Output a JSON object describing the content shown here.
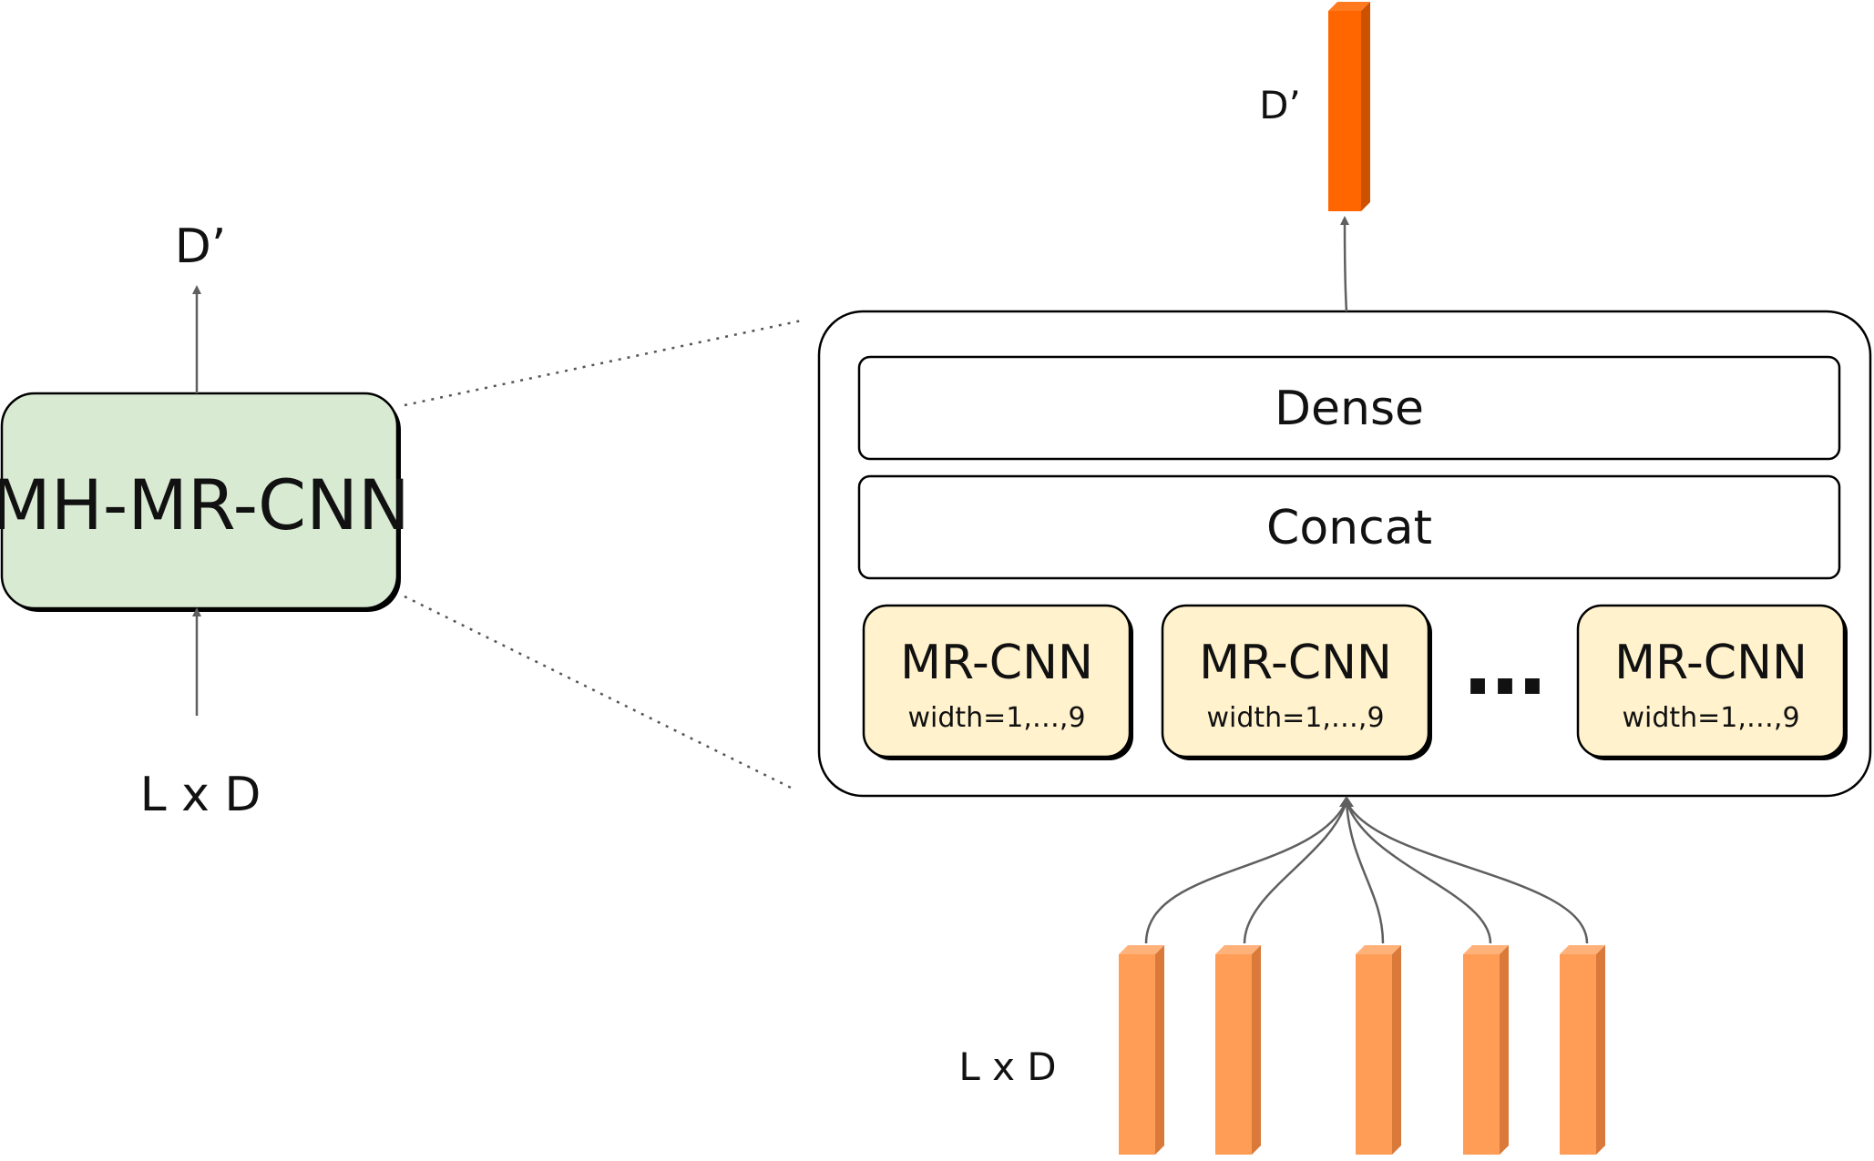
{
  "left": {
    "block_label": "MH-MR-CNN",
    "output_label": "D’",
    "input_label": "L x D"
  },
  "detail": {
    "dense_label": "Dense",
    "concat_label": "Concat",
    "ellipsis": "…",
    "heads": [
      {
        "name": "MR-CNN",
        "width": "width=1,…,9"
      },
      {
        "name": "MR-CNN",
        "width": "width=1,…,9"
      },
      {
        "name": "MR-CNN",
        "width": "width=1,…,9"
      }
    ],
    "output_label": "D’",
    "input_label": "L x D"
  },
  "colors": {
    "block_fill": "#d9ead3",
    "head_fill": "#fff2cc",
    "output_tensor": "#ff6600",
    "input_tensor": "#ff9c55",
    "stroke": "#000000",
    "arrow": "#5f5f5f"
  }
}
